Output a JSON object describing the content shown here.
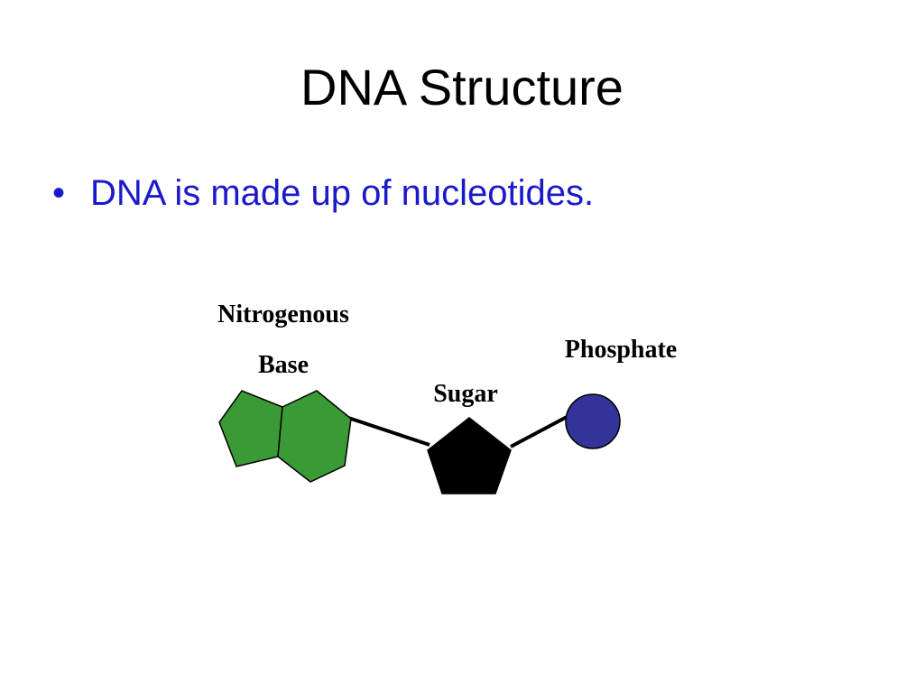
{
  "slide": {
    "title": "DNA Structure",
    "bullets": [
      {
        "marker": "•",
        "text": "DNA is made up of nucleotides."
      }
    ]
  },
  "diagram": {
    "labels": {
      "base_line1": "Nitrogenous",
      "base_line2": "Base",
      "sugar": "Sugar",
      "phosphate": "Phosphate"
    },
    "colors": {
      "base": "#3a9a35",
      "sugar": "#000000",
      "phosphate": "#333399",
      "bullet_text": "#1a1acc"
    }
  }
}
